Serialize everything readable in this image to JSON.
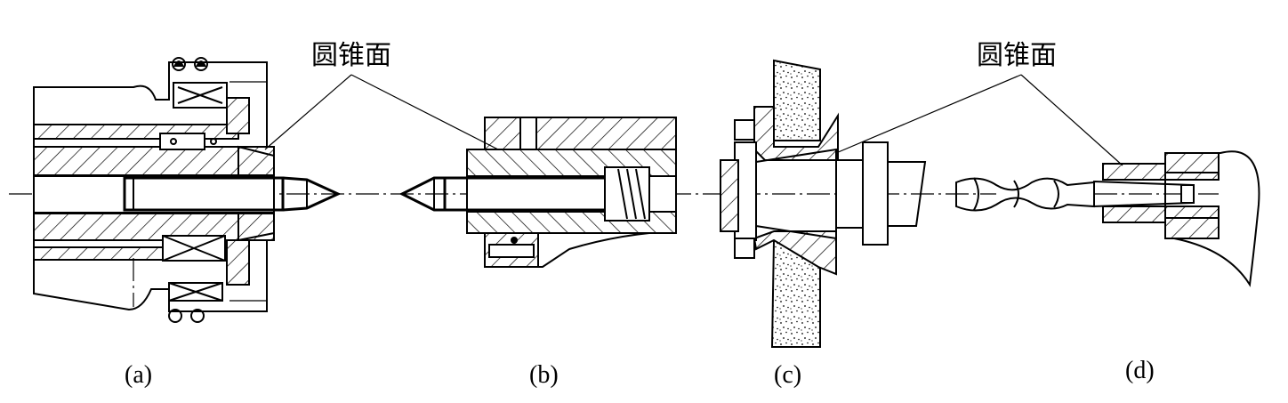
{
  "annotations": {
    "left_label": "圆锥面",
    "right_label": "圆锥面"
  },
  "captions": {
    "a": "(a)",
    "b": "(b)",
    "c": "(c)",
    "d": "(d)"
  }
}
